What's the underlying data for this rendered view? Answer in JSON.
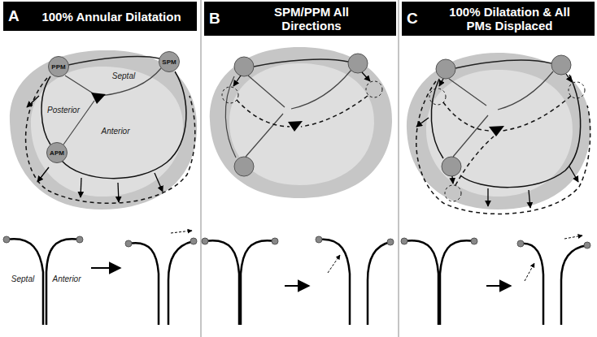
{
  "diagram": {
    "nodes": [
      {
        "text": [
          "A",
          "100% Annular Dilatation"
        ]
      },
      {
        "text": [
          "B",
          "SPM/PPM All Directions"
        ]
      },
      {
        "text": [
          "C",
          "100% Dilatation & All PMs Displaced"
        ]
      },
      {
        "text": [
          "PPM"
        ]
      },
      {
        "text": [
          "SPM"
        ]
      },
      {
        "text": [
          "APM"
        ]
      }
    ],
    "labels": [
      "Septal",
      "Posterior",
      "Anterior",
      "Septal",
      "Anterior"
    ]
  }
}
